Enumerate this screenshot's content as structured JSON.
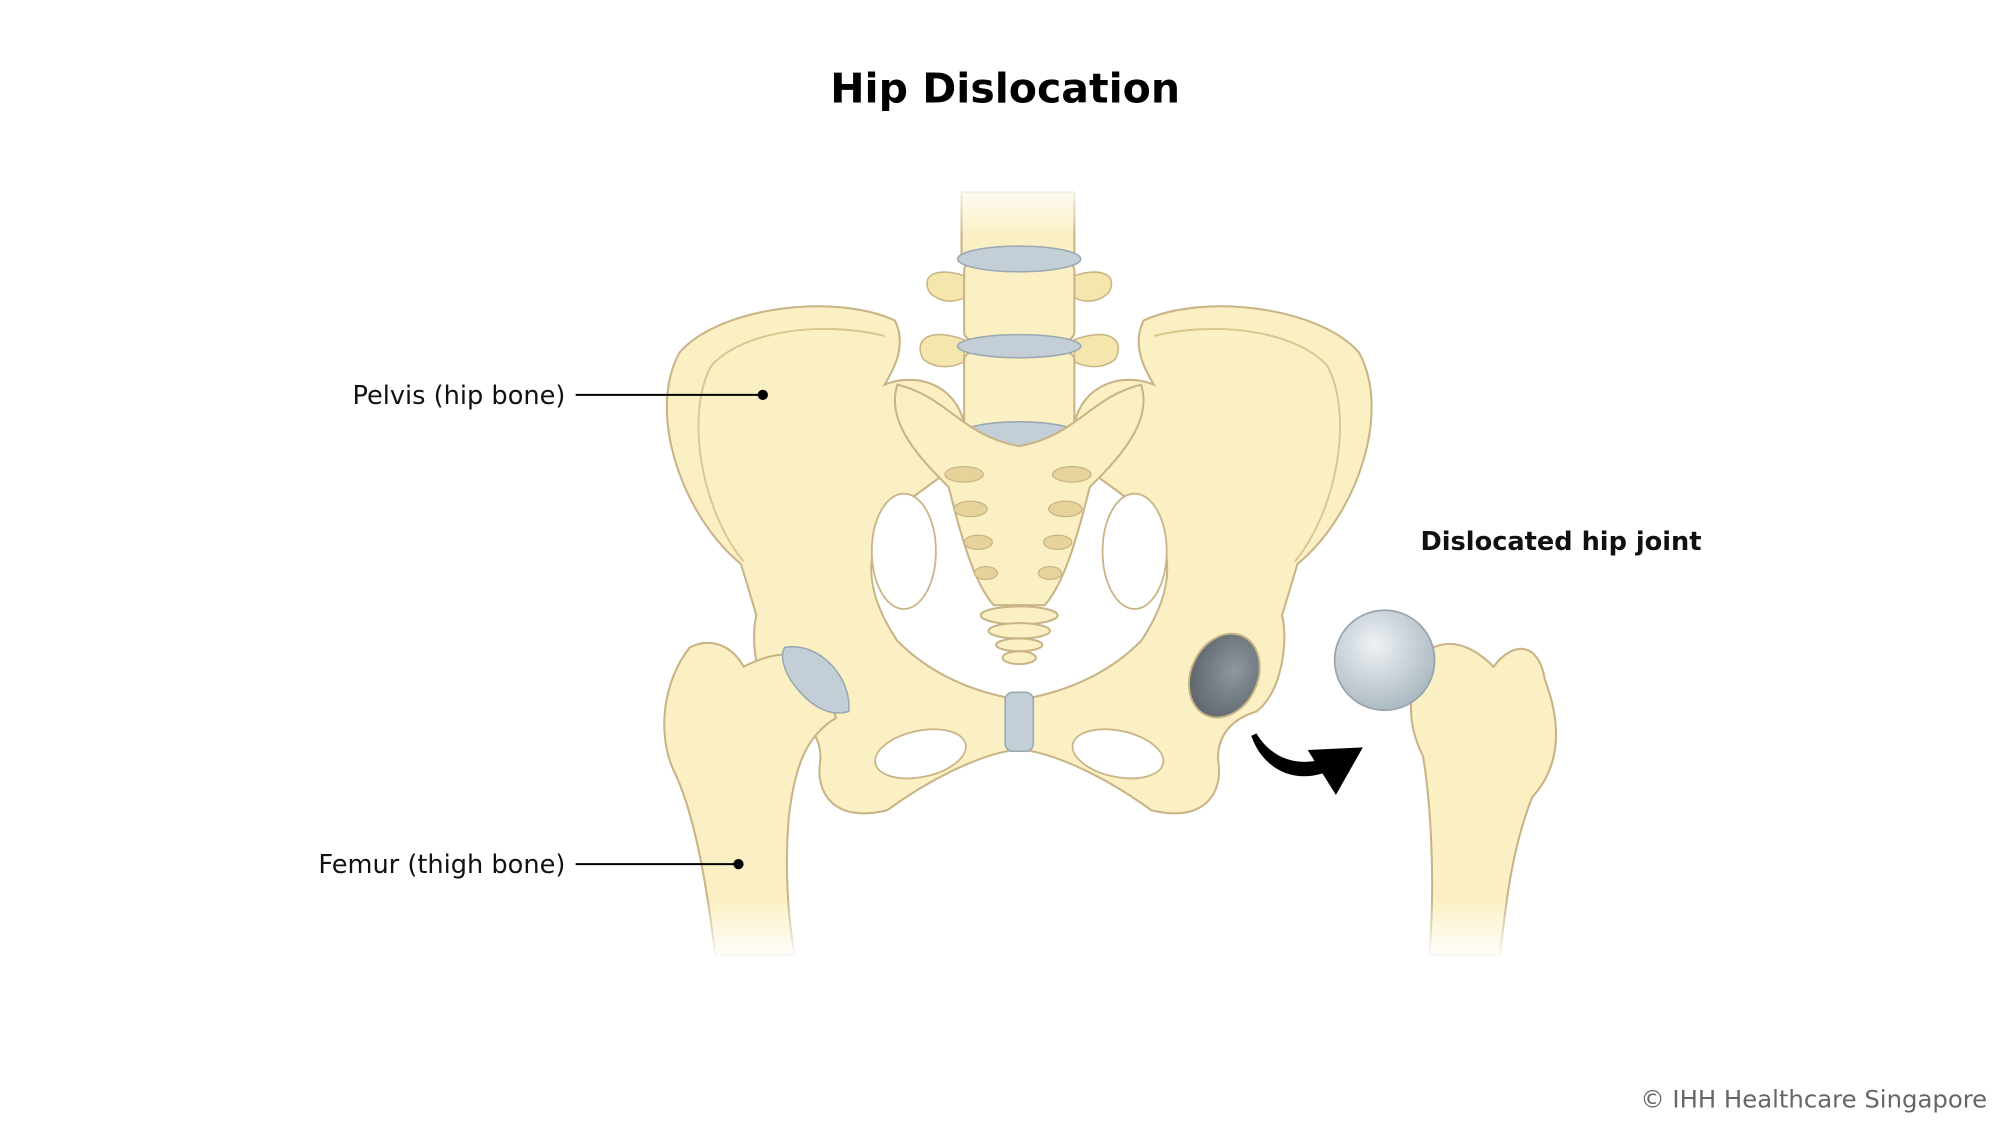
{
  "title": "Hip Dislocation",
  "labels": {
    "pelvis": "Pelvis (hip bone)",
    "femur": "Femur (thigh bone)",
    "dislocated": "Dislocated hip joint"
  },
  "copyright": "© IHH Healthcare Singapore",
  "colors": {
    "bone": "#fbf0c3",
    "bone_outline": "#c8b486",
    "cartilage": "#c4ced6",
    "arrow": "#000000"
  }
}
